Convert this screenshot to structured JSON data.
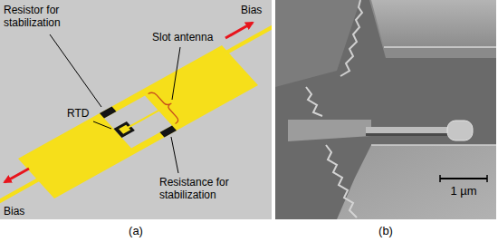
{
  "diagram": {
    "labels": [
      "Resistor for stabilization",
      "Bias",
      "Slot antenna",
      "RTD",
      "Bias",
      "Resistance for stabilization",
      "1 µm",
      "(a)",
      "(b)"
    ]
  }
}
